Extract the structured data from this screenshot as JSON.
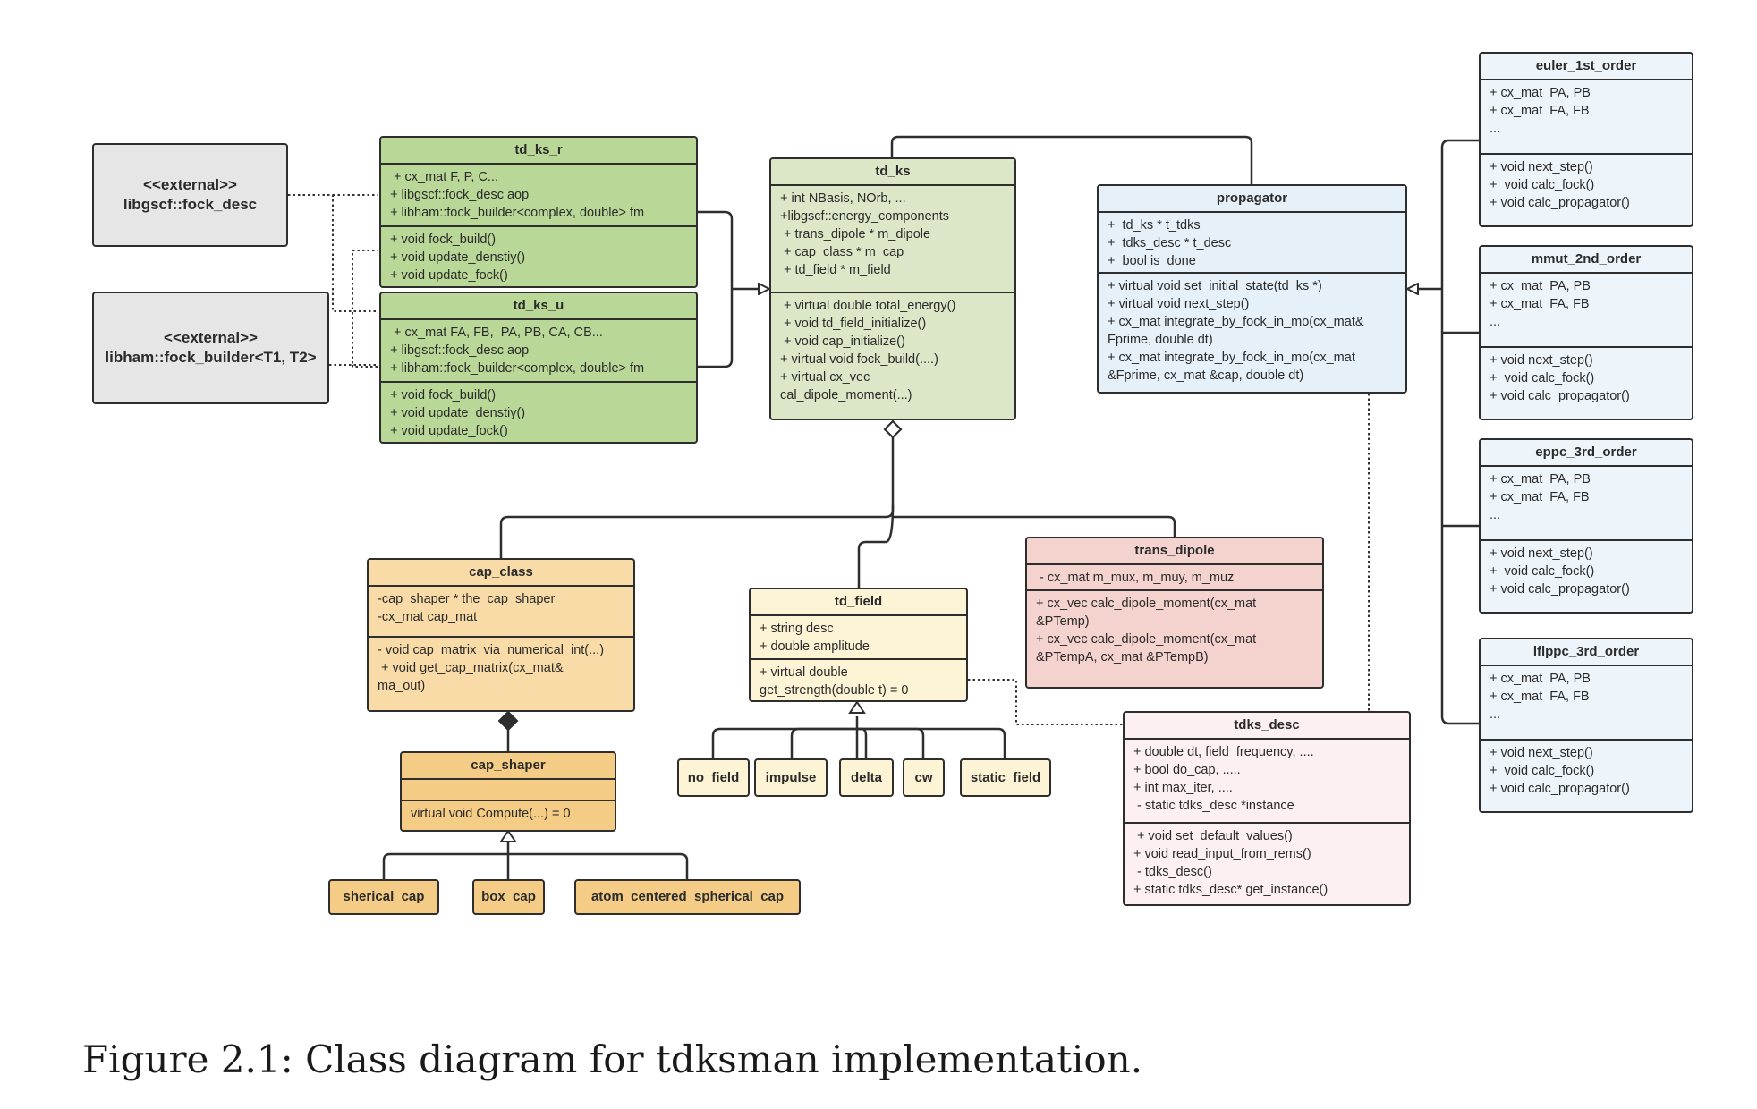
{
  "caption": "Figure 2.1: Class diagram for tdksman implementation.",
  "colors": {
    "green": "#b9d796",
    "light_green": "#dce7c8",
    "blue": "#e5f0f9",
    "light_blue": "#eef5fa",
    "orange": "#f8dba6",
    "dark_orange": "#f4cc85",
    "cream": "#fdf4d5",
    "pink": "#f4d2cd",
    "light_pink": "#fcf0f3",
    "gray": "#e6e6e6",
    "stroke": "#2e2e2e"
  },
  "boxes": [
    {
      "id": "fock_desc_ext",
      "title": [
        "<<external>>",
        "libgscf::fock_desc"
      ],
      "fill": "gray",
      "kind": "ext",
      "sections": []
    },
    {
      "id": "fock_builder_ext",
      "title": [
        "<<external>>",
        "libham::fock_builder<T1, T2>"
      ],
      "fill": "gray",
      "kind": "ext",
      "sections": []
    },
    {
      "id": "td_ks_r",
      "title": [
        "td_ks_r"
      ],
      "fill": "green",
      "sections": [
        [
          " + cx_mat F, P, C...",
          "+ libgscf::fock_desc aop",
          "+ libham::fock_builder<complex, double> fm"
        ],
        [
          "+ void fock_build()",
          "+ void update_denstiy()",
          "+ void update_fock()"
        ]
      ]
    },
    {
      "id": "td_ks_u",
      "title": [
        "td_ks_u"
      ],
      "fill": "green",
      "sections": [
        [
          " + cx_mat FA, FB,  PA, PB, CA, CB...",
          "+ libgscf::fock_desc aop",
          "+ libham::fock_builder<complex, double> fm"
        ],
        [
          "+ void fock_build()",
          "+ void update_denstiy()",
          "+ void update_fock()"
        ]
      ]
    },
    {
      "id": "td_ks",
      "title": [
        "td_ks"
      ],
      "fill": "light_green",
      "sections": [
        [
          "+ int NBasis, NOrb, ...",
          "+libgscf::energy_components",
          " + trans_dipole * m_dipole",
          " + cap_class * m_cap",
          " + td_field * m_field"
        ],
        [
          " + virtual double total_energy()",
          " + void td_field_initialize()",
          " + void cap_initialize()",
          "+ virtual void fock_build(....)",
          "+ virtual cx_vec",
          "cal_dipole_moment(...)"
        ]
      ]
    },
    {
      "id": "propagator",
      "title": [
        "propagator"
      ],
      "fill": "blue",
      "sections": [
        [
          "+  td_ks * t_tdks",
          "+  tdks_desc * t_desc",
          "+  bool is_done"
        ],
        [
          "+ virtual void set_initial_state(td_ks *)",
          "+ virtual void next_step()",
          "+ cx_mat integrate_by_fock_in_mo(cx_mat&",
          "Fprime, double dt)",
          "+ cx_mat integrate_by_fock_in_mo(cx_mat",
          "&Fprime, cx_mat &cap, double dt)"
        ]
      ]
    },
    {
      "id": "euler_1st_order",
      "title": [
        "euler_1st_order"
      ],
      "fill": "light_blue",
      "sections": [
        [
          "+ cx_mat  PA, PB",
          "+ cx_mat  FA, FB",
          "..."
        ],
        [
          "+ void next_step()",
          "+  void calc_fock()",
          "+ void calc_propagator()"
        ]
      ]
    },
    {
      "id": "mmut_2nd_order",
      "title": [
        "mmut_2nd_order"
      ],
      "fill": "light_blue",
      "sections": [
        [
          "+ cx_mat  PA, PB",
          "+ cx_mat  FA, FB",
          "..."
        ],
        [
          "+ void next_step()",
          "+  void calc_fock()",
          "+ void calc_propagator()"
        ]
      ]
    },
    {
      "id": "eppc_3rd_order",
      "title": [
        "eppc_3rd_order"
      ],
      "fill": "light_blue",
      "sections": [
        [
          "+ cx_mat  PA, PB",
          "+ cx_mat  FA, FB",
          "..."
        ],
        [
          "+ void next_step()",
          "+  void calc_fock()",
          "+ void calc_propagator()"
        ]
      ]
    },
    {
      "id": "lflppc_3rd_order",
      "title": [
        "lflppc_3rd_order"
      ],
      "fill": "light_blue",
      "sections": [
        [
          "+ cx_mat  PA, PB",
          "+ cx_mat  FA, FB",
          "..."
        ],
        [
          "+ void next_step()",
          "+  void calc_fock()",
          "+ void calc_propagator()"
        ]
      ]
    },
    {
      "id": "cap_class",
      "title": [
        "cap_class"
      ],
      "fill": "orange",
      "sections": [
        [
          "-cap_shaper * the_cap_shaper",
          "-cx_mat cap_mat"
        ],
        [
          "- void cap_matrix_via_numerical_int(...)",
          " + void get_cap_matrix(cx_mat&",
          "ma_out)"
        ]
      ]
    },
    {
      "id": "cap_shaper",
      "title": [
        "cap_shaper"
      ],
      "fill": "dark_orange",
      "sections": [
        [
          ""
        ],
        [
          "virtual void Compute(...) = 0"
        ]
      ]
    },
    {
      "id": "sherical_cap",
      "title": [
        "sherical_cap"
      ],
      "fill": "dark_orange",
      "kind": "simple",
      "sections": []
    },
    {
      "id": "box_cap",
      "title": [
        "box_cap"
      ],
      "fill": "dark_orange",
      "kind": "simple",
      "sections": []
    },
    {
      "id": "atom_centered_spherical_cap",
      "title": [
        "atom_centered_spherical_cap"
      ],
      "fill": "dark_orange",
      "kind": "simple",
      "sections": []
    },
    {
      "id": "td_field",
      "title": [
        "td_field"
      ],
      "fill": "cream",
      "sections": [
        [
          "+ string desc",
          "+ double amplitude"
        ],
        [
          "+ virtual double",
          "get_strength(double t) = 0"
        ]
      ]
    },
    {
      "id": "no_field",
      "title": [
        "no_field"
      ],
      "fill": "cream",
      "kind": "simple",
      "sections": []
    },
    {
      "id": "impulse",
      "title": [
        "impulse"
      ],
      "fill": "cream",
      "kind": "simple",
      "sections": []
    },
    {
      "id": "delta",
      "title": [
        "delta"
      ],
      "fill": "cream",
      "kind": "simple",
      "sections": []
    },
    {
      "id": "cw",
      "title": [
        "cw"
      ],
      "fill": "cream",
      "kind": "simple",
      "sections": []
    },
    {
      "id": "static_field",
      "title": [
        "static_field"
      ],
      "fill": "cream",
      "kind": "simple",
      "sections": []
    },
    {
      "id": "trans_dipole",
      "title": [
        "trans_dipole"
      ],
      "fill": "pink",
      "sections": [
        [
          " - cx_mat m_mux, m_muy, m_muz"
        ],
        [
          "+ cx_vec calc_dipole_moment(cx_mat",
          "&PTemp)",
          "+ cx_vec calc_dipole_moment(cx_mat",
          "&PTempA, cx_mat &PTempB)"
        ]
      ]
    },
    {
      "id": "tdks_desc",
      "title": [
        "tdks_desc"
      ],
      "fill": "light_pink",
      "sections": [
        [
          "+ double dt, field_frequency, ....",
          "+ bool do_cap, .....",
          "+ int max_iter, ....",
          " - static tdks_desc *instance"
        ],
        [
          " + void set_default_values()",
          "+ void read_input_from_rems()",
          " - tdks_desc()",
          "+ static tdks_desc* get_instance()"
        ]
      ]
    }
  ]
}
